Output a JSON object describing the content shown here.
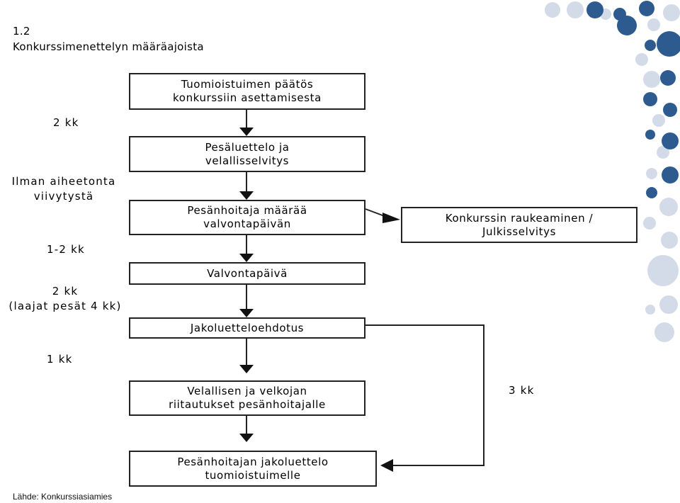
{
  "heading": {
    "number": "1.2",
    "title": "Konkurssimenettelyn määräajoista"
  },
  "boxes": {
    "decision": "Tuomioistuimen päätös\nkonkurssiin asettamisesta",
    "inventory": "Pesäluettelo ja\nvelallisselvitys",
    "administrator": "Pesänhoitaja määrää\nvalvontapäivän",
    "termination": "Konkurssin raukeaminen /\nJulkisselvitys",
    "supervision_day": "Valvontapäivä",
    "proposal": "Jakoluetteloehdotus",
    "objections": "Velallisen ja velkojan\nriitautukset pesänhoitajalle",
    "final_list": "Pesänhoitajan jakoluettelo\ntuomioistuimelle"
  },
  "timings": {
    "t1": "2 kk",
    "t2": "Ilman aiheetonta\nviivytystä",
    "t3": "1-2 kk",
    "t4": "2 kk\n(laajat pesät 4 kk)",
    "t5": "1 kk",
    "t6": "3 kk"
  },
  "source": "Lähde: Konkurssiasiamies",
  "colors": {
    "dot_dark": "#2e5b8f",
    "dot_light": "#d4dbe8",
    "line": "#222222"
  }
}
